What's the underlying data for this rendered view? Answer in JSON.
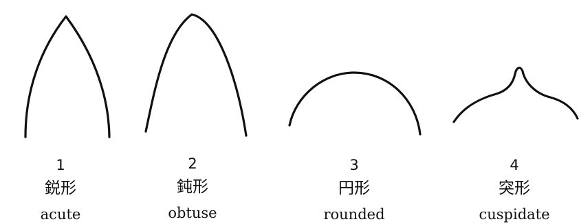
{
  "shapes": [
    {
      "number": "1",
      "japanese": "鋭形",
      "english": "acute"
    },
    {
      "number": "2",
      "japanese": "鈍形",
      "english": "obtuse"
    },
    {
      "number": "3",
      "japanese": "円形",
      "english": "rounded"
    },
    {
      "number": "4",
      "japanese": "突形",
      "english": "cuspidate"
    }
  ],
  "colors": {
    "line": "#111111",
    "background": "#ffffff"
  }
}
